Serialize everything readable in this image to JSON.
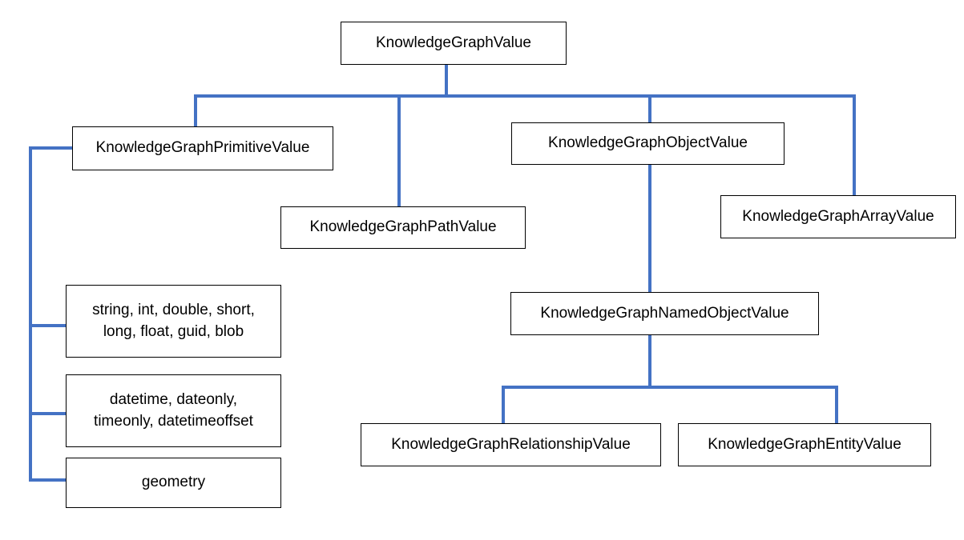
{
  "diagram": {
    "colors": {
      "connector": "#4472C4",
      "box_border": "#000000",
      "box_fill": "#ffffff",
      "text": "#000000"
    },
    "nodes": {
      "root": "KnowledgeGraphValue",
      "primitive": "KnowledgeGraphPrimitiveValue",
      "path": "KnowledgeGraphPathValue",
      "object": "KnowledgeGraphObjectValue",
      "array": "KnowledgeGraphArrayValue",
      "named_object": "KnowledgeGraphNamedObjectValue",
      "relationship": "KnowledgeGraphRelationshipValue",
      "entity": "KnowledgeGraphEntityValue",
      "primitive_types_numeric": "string, int, double, short, long, float, guid, blob",
      "primitive_types_temporal": "datetime, dateonly, timeonly, datetimeoffset",
      "primitive_types_geometry": "geometry"
    }
  }
}
